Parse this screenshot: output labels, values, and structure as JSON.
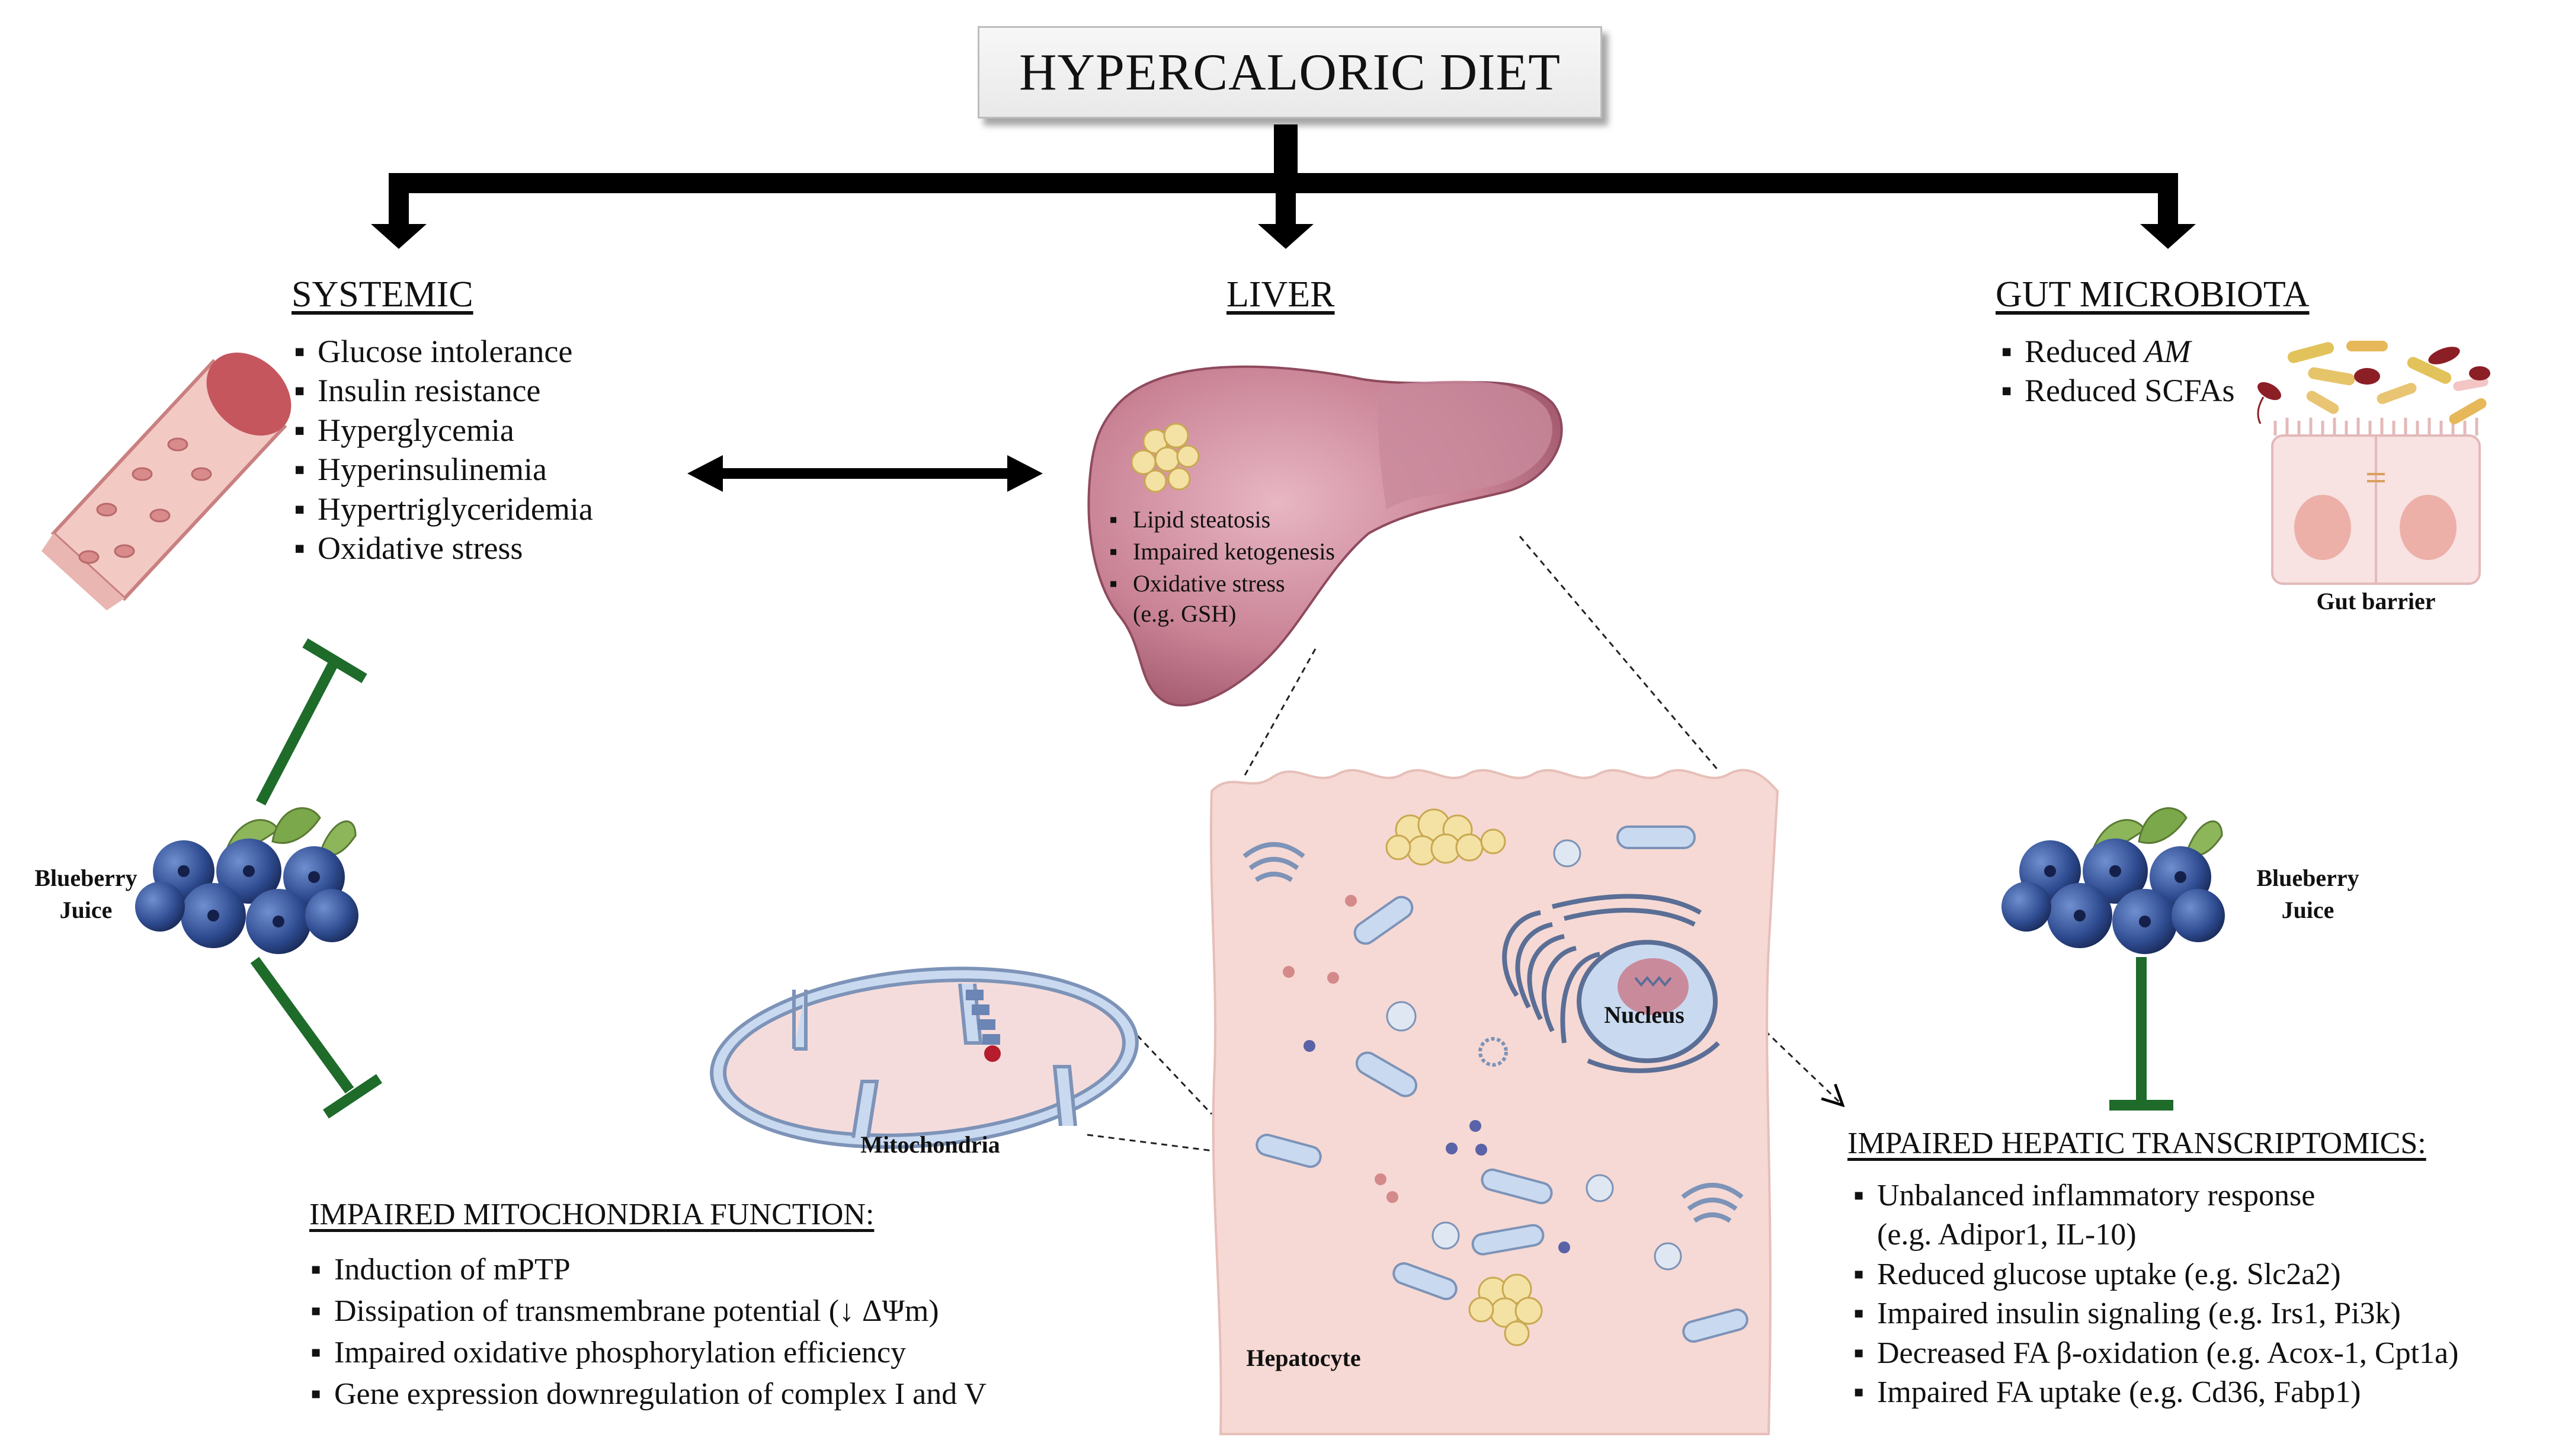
{
  "title": "HYPERCALORIC DIET",
  "systemic": {
    "heading": "SYSTEMIC",
    "items": [
      "Glucose intolerance",
      "Insulin resistance",
      "Hyperglycemia",
      "Hyperinsulinemia",
      "Hypertriglyceridemia",
      "Oxidative stress"
    ]
  },
  "liver": {
    "heading": "LIVER",
    "items": [
      "Lipid steatosis",
      "Impaired ketogenesis",
      "Oxidative stress"
    ],
    "item_note": "(e.g. GSH)"
  },
  "gut": {
    "heading": "GUT MICROBIOTA",
    "item1_prefix": "Reduced ",
    "item1_italic": "AM",
    "item2": "Reduced SCFAs",
    "barrier_label": "Gut barrier"
  },
  "blueberry_left": {
    "line1": "Blueberry",
    "line2": "Juice"
  },
  "blueberry_right": {
    "line1": "Blueberry",
    "line2": "Juice"
  },
  "mito": {
    "label": "Mitochondria",
    "heading": "IMPAIRED MITOCHONDRIA FUNCTION:",
    "items": [
      "Induction of mPTP",
      "Dissipation of transmembrane potential  (↓ ΔΨm)",
      "Impaired oxidative phosphorylation efficiency",
      "Gene expression downregulation of complex I and V"
    ]
  },
  "hepatocyte": {
    "label": "Hepatocyte",
    "nucleus_label": "Nucleus"
  },
  "transcriptomics": {
    "heading": "IMPAIRED HEPATIC TRANSCRIPTOMICS:",
    "item1": "Unbalanced inflammatory response",
    "item1_note": "(e.g. Adipor1, IL-10)",
    "items": [
      "Reduced glucose uptake (e.g. Slc2a2)",
      "Impaired insulin signaling (e.g. Irs1, Pi3k)",
      "Decreased FA β-oxidation (e.g. Acox-1, Cpt1a)",
      "Impaired FA uptake (e.g. Cd36, Fabp1)"
    ]
  },
  "colors": {
    "arrow": "#000000",
    "inhibit": "#1e6b2a",
    "liver": "#c47a8c",
    "blueberry": "#2e4a8c",
    "leaf": "#7aa84a",
    "cell": "#f6d9d4"
  }
}
